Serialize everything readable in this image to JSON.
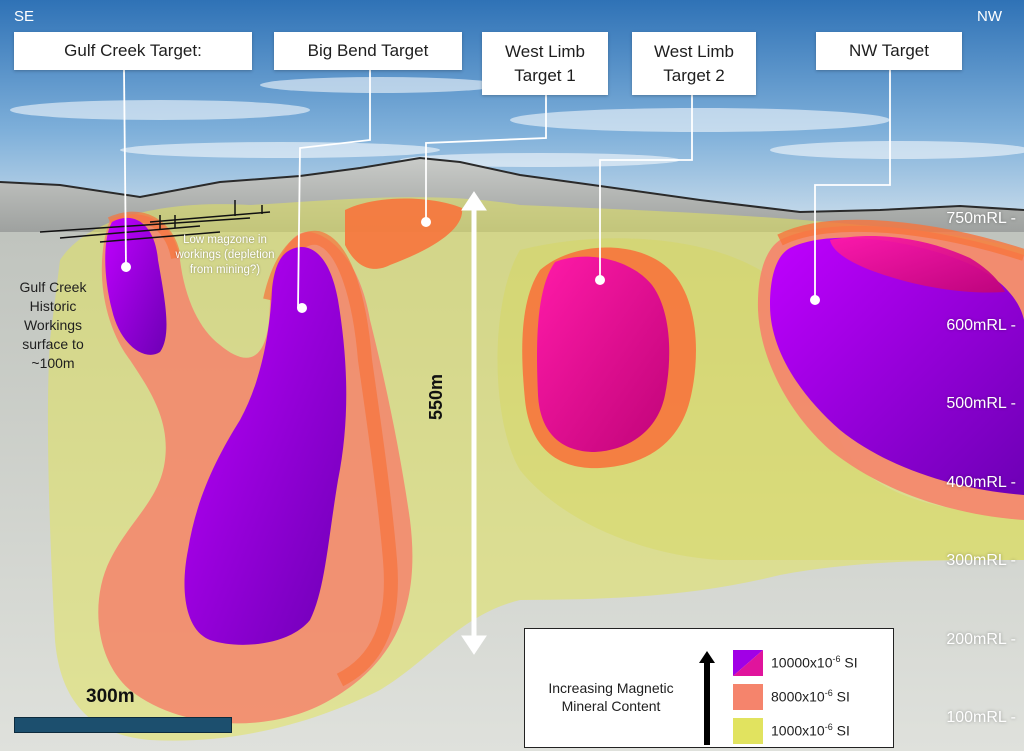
{
  "direction": {
    "left": "SE",
    "right": "NW"
  },
  "targets": [
    {
      "label": "Gulf Creek Target:"
    },
    {
      "label": "Big Bend Target"
    },
    {
      "label": "West Limb\nTarget 1"
    },
    {
      "label": "West Limb\nTarget 2"
    },
    {
      "label": "NW Target"
    }
  ],
  "elevation_labels": [
    "750mRL -",
    "600mRL -",
    "500mRL -",
    "400mRL -",
    "300mRL -",
    "200mRL -",
    "100mRL -"
  ],
  "notes": {
    "historic_workings": "Gulf Creek Historic Workings surface to ~100m",
    "low_mag": "Low magzone in workings (depletion from mining?)"
  },
  "height_marker": "550m",
  "scale_bar": "300m",
  "legend": {
    "caption": "Increasing Magnetic Mineral Content",
    "items": [
      {
        "value": "10000x10",
        "exponent": "-6",
        "unit": " SI",
        "color": "#a100e6"
      },
      {
        "value": "8000x10",
        "exponent": "-6",
        "unit": " SI",
        "color": "#f5846c"
      },
      {
        "value": "1000x10",
        "exponent": "-6",
        "unit": " SI",
        "color": "#e1e35f"
      }
    ]
  },
  "colors": {
    "high": "#a100e6",
    "high_alt": "#e0149c",
    "medium": "#f5846c",
    "medium_rim": "#f7743c",
    "low": "#e1e35f"
  }
}
